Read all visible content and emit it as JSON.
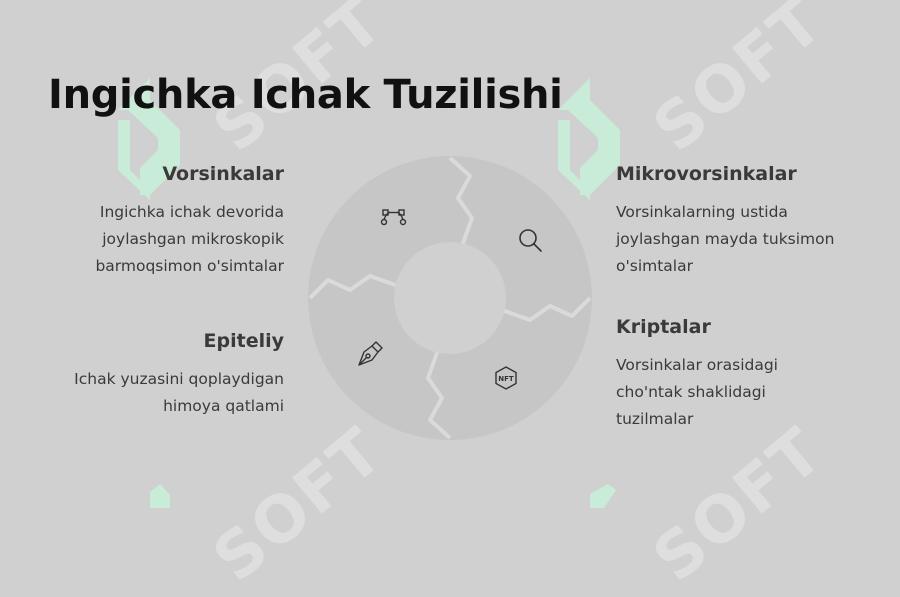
{
  "title": "Ingichka Ichak Tuzilishi",
  "watermark_text": "SOFT",
  "colors": {
    "background": "#d0d0d0",
    "segment": "#c7c6c6",
    "separator": "#dadada",
    "center": "#d0d0d0",
    "watermark_green": "#c8ecd8",
    "text": "#3a3a3a"
  },
  "items": [
    {
      "heading": "Vorsinkalar",
      "lines": [
        "Ingichka ichak devorida",
        "joylashgan mikroskopik",
        "barmoqsimon o'simtalar"
      ],
      "icon": "bezier-curve-icon"
    },
    {
      "heading": "Mikrovorsinkalar",
      "lines": [
        "Vorsinkalarning ustida",
        "joylashgan mayda tuksimon",
        "o'simtalar"
      ],
      "icon": "magnifier-icon"
    },
    {
      "heading": "Kriptalar",
      "lines": [
        "Vorsinkalar orasidagi",
        "cho'ntak shaklidagi",
        "tuzilmalar"
      ],
      "icon": "nft-icon"
    },
    {
      "heading": "Epiteliy",
      "lines": [
        "Ichak yuzasini qoplaydigan",
        "himoya qatlami"
      ],
      "icon": "pen-nib-icon"
    }
  ]
}
